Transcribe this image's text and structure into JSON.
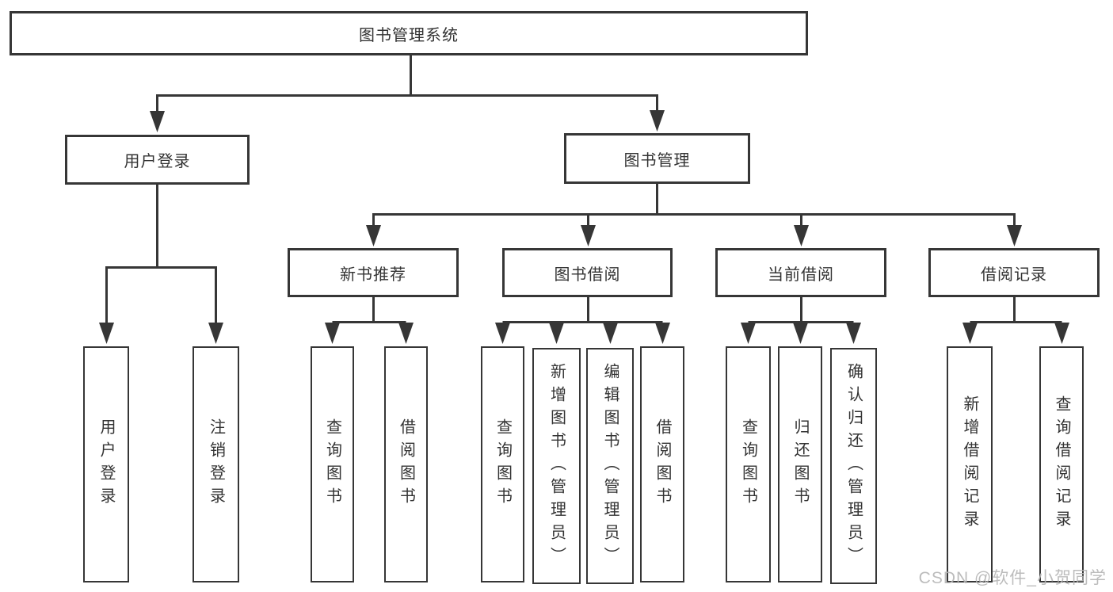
{
  "diagram": {
    "type": "org-chart",
    "root": {
      "label": "图书管理系统"
    },
    "level2": [
      {
        "label": "用户登录",
        "leaves": [
          {
            "label": "用户登录"
          },
          {
            "label": "注销登录"
          }
        ]
      },
      {
        "label": "图书管理",
        "groups": [
          {
            "label": "新书推荐",
            "leaves": [
              {
                "label": "查询图书"
              },
              {
                "label": "借阅图书"
              }
            ]
          },
          {
            "label": "图书借阅",
            "leaves": [
              {
                "label": "查询图书"
              },
              {
                "label": "新增图书（管理员）"
              },
              {
                "label": "编辑图书（管理员）"
              },
              {
                "label": "借阅图书"
              }
            ]
          },
          {
            "label": "当前借阅",
            "leaves": [
              {
                "label": "查询图书"
              },
              {
                "label": "归还图书"
              },
              {
                "label": "确认归还（管理员）"
              }
            ]
          },
          {
            "label": "借阅记录",
            "leaves": [
              {
                "label": "新增借阅记录"
              },
              {
                "label": "查询借阅记录"
              }
            ]
          }
        ]
      }
    ]
  },
  "watermark": {
    "text": "CSDN @软件_小贺同学"
  },
  "colors": {
    "line": "#363636",
    "text": "#333333",
    "watermark": "#b5b5b5",
    "background": "#ffffff"
  }
}
